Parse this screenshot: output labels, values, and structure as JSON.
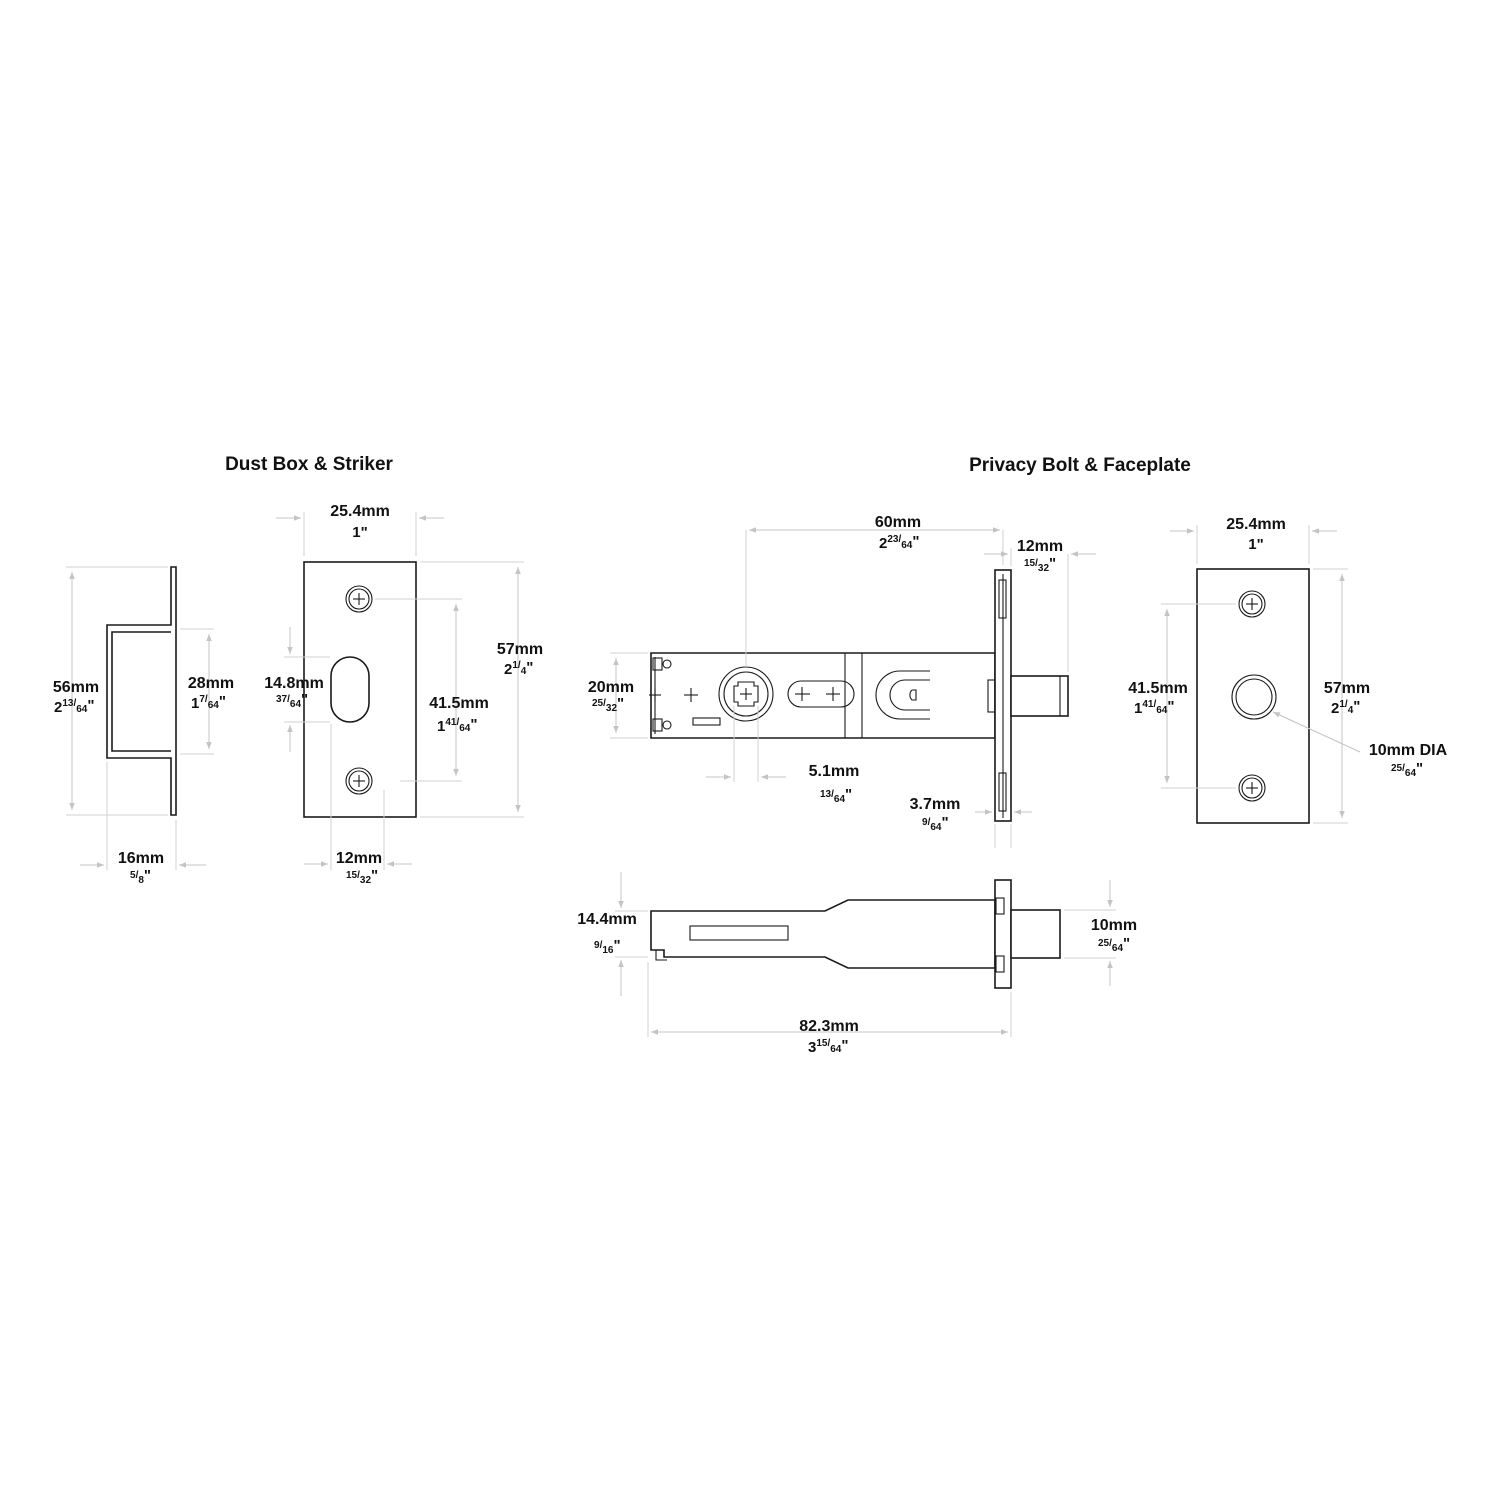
{
  "titles": {
    "left": "Dust Box & Striker",
    "right": "Privacy Bolt & Faceplate"
  },
  "dims": {
    "dust_height": {
      "mm": "56mm",
      "inch_whole": "2",
      "inch_num": "13",
      "inch_den": "64"
    },
    "dust_opening": {
      "mm": "28mm",
      "inch_whole": "1",
      "inch_num": "7",
      "inch_den": "64"
    },
    "dust_depth": {
      "mm": "16mm",
      "inch_num": "5",
      "inch_den": "8"
    },
    "striker_width": {
      "mm": "25.4mm",
      "inch": "1\""
    },
    "striker_height": {
      "mm": "57mm",
      "inch_whole": "2",
      "inch_num": "1",
      "inch_den": "4"
    },
    "striker_slot": {
      "mm": "14.8mm",
      "inch_num": "37",
      "inch_den": "64"
    },
    "striker_screws": {
      "mm": "41.5mm",
      "inch_whole": "1",
      "inch_num": "41",
      "inch_den": "64"
    },
    "striker_offset": {
      "mm": "12mm",
      "inch_num": "15",
      "inch_den": "32"
    },
    "backset": {
      "mm": "60mm",
      "inch_whole": "2",
      "inch_num": "23",
      "inch_den": "64"
    },
    "bolt_throw": {
      "mm": "12mm",
      "inch_num": "15",
      "inch_den": "32"
    },
    "body_height": {
      "mm": "20mm",
      "inch_num": "25",
      "inch_den": "32"
    },
    "spindle": {
      "mm": "5.1mm",
      "inch_num": "13",
      "inch_den": "64"
    },
    "faceplate_thk": {
      "mm": "3.7mm",
      "inch_num": "9",
      "inch_den": "64"
    },
    "body_thk": {
      "mm": "14.4mm",
      "inch_num": "9",
      "inch_den": "16"
    },
    "bolt_dia": {
      "mm": "10mm",
      "inch_num": "25",
      "inch_den": "64"
    },
    "overall_len": {
      "mm": "82.3mm",
      "inch_whole": "3",
      "inch_num": "15",
      "inch_den": "64"
    },
    "face_width": {
      "mm": "25.4mm",
      "inch": "1\""
    },
    "face_height": {
      "mm": "57mm",
      "inch_whole": "2",
      "inch_num": "1",
      "inch_den": "4"
    },
    "face_screws": {
      "mm": "41.5mm",
      "inch_whole": "1",
      "inch_num": "41",
      "inch_den": "64"
    },
    "face_hole": {
      "mm": "10mm DIA",
      "inch_num": "25",
      "inch_den": "64"
    }
  }
}
